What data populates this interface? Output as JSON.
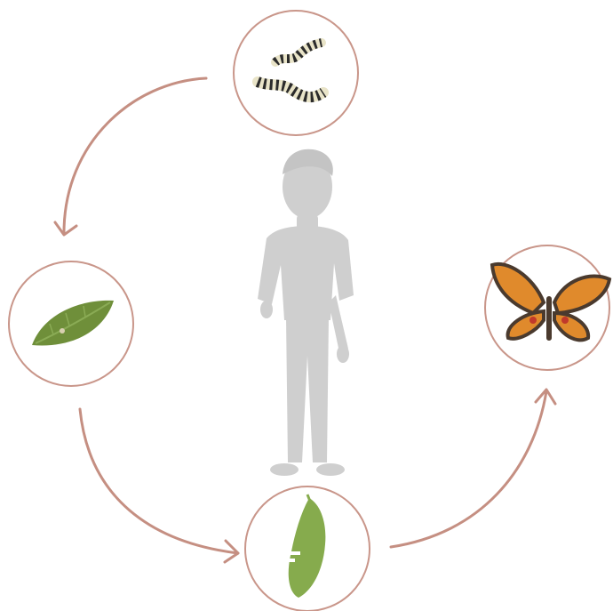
{
  "diagram": {
    "kind": "life-cycle",
    "colors": {
      "ring": "#c9968a",
      "arrow": "#c58f82",
      "silhouette": "#cfcfcf",
      "leaf": "#6f8f3a",
      "chrysalis": "#86ab4d",
      "wing": "#e08a2c",
      "wing_dark": "#4a3a2e",
      "caterpillar_stripe": "#2b2b2b",
      "caterpillar_band": "#e9e4c8"
    },
    "stages": [
      {
        "id": "caterpillars",
        "icon": "caterpillar-icon"
      },
      {
        "id": "egg-on-leaf",
        "icon": "leaf-icon"
      },
      {
        "id": "chrysalis",
        "icon": "chrysalis-icon"
      },
      {
        "id": "butterfly",
        "icon": "butterfly-icon"
      }
    ],
    "center": {
      "icon": "person-silhouette-icon"
    }
  }
}
